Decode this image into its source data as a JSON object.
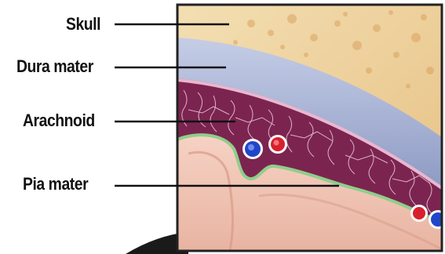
{
  "diagram": {
    "labels": {
      "skull": "Skull",
      "dura": "Dura mater",
      "arachnoid": "Arachnoid",
      "pia": "Pia mater"
    },
    "colors": {
      "skull": "#eed6a0",
      "dura": "#aab4d4",
      "arachnoid": "#7c2450",
      "pia": "#8fce8a",
      "brain": "#efc4b4",
      "artery": "#d8202c",
      "vein": "#2046c8",
      "leader_line": "#111111",
      "frame": "#222222"
    }
  }
}
